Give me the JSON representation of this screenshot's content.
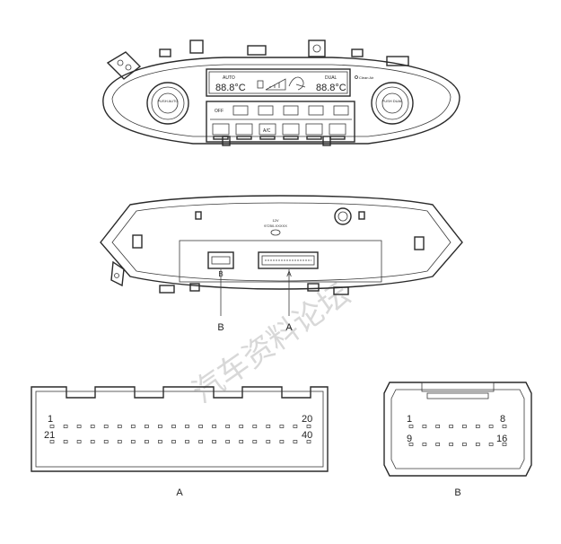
{
  "front_panel": {
    "display_left_mode": "AUTO",
    "display_right_mode": "DUAL",
    "display_left_temp": "88.8°C",
    "display_right_temp": "88.8°C",
    "knob_left_label": "PUSH AUTO",
    "knob_right_label": "PUSH DUAL",
    "indicator_label": "Clean Air",
    "off_button_label": "OFF",
    "ac_button_label": "A/C"
  },
  "rear_housing": {
    "part_text_1": "12V",
    "part_text_2": "97250-XXXXX",
    "connector_b_label": "B",
    "connector_a_label": "A",
    "callout_b": "B",
    "callout_a": "A"
  },
  "connector_a": {
    "pin_top_left": "1",
    "pin_top_right": "20",
    "pin_bottom_left": "21",
    "pin_bottom_right": "40",
    "caption": "A"
  },
  "connector_b": {
    "pin_top_left": "1",
    "pin_top_right": "8",
    "pin_bottom_left": "9",
    "pin_bottom_right": "16",
    "caption": "B"
  },
  "watermark": "汽车资料论坛"
}
